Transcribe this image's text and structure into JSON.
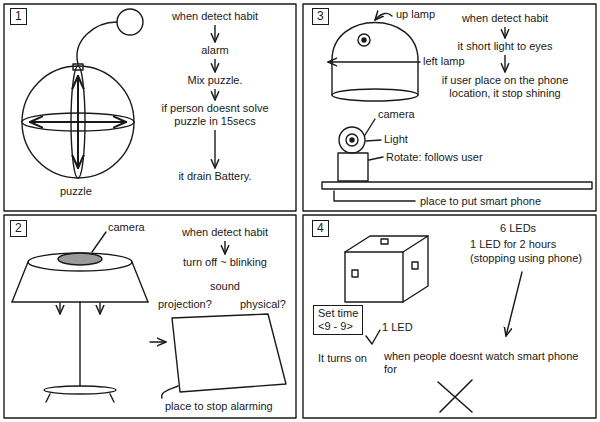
{
  "diagram": {
    "nodes": [
      {
        "text": [
          "1"
        ]
      },
      {
        "text": [
          "when detect habit"
        ]
      },
      {
        "text": [
          "alarm"
        ]
      },
      {
        "text": [
          "Mix puzzle."
        ]
      },
      {
        "text": [
          "if person doesnt solve puzzle in 15secs"
        ]
      },
      {
        "text": [
          "it drain Battery."
        ]
      },
      {
        "text": [
          "3"
        ]
      },
      {
        "text": [
          "when detect habit"
        ]
      },
      {
        "text": [
          "it short light to eyes"
        ]
      },
      {
        "text": [
          "if user place on the phone location, it stop shining"
        ]
      },
      {
        "text": [
          "2"
        ]
      },
      {
        "text": [
          "when detect habit"
        ]
      },
      {
        "text": [
          "turn off ~ blinking"
        ]
      },
      {
        "text": [
          "4"
        ]
      },
      {
        "text": [
          "Set time",
          "<9 - 9>"
        ]
      }
    ],
    "edges": [
      {
        "from": 1,
        "to": 2,
        "arrow": "to"
      },
      {
        "from": 2,
        "to": 3,
        "arrow": "to"
      },
      {
        "from": 3,
        "to": 4,
        "arrow": "to"
      },
      {
        "from": 4,
        "to": 5,
        "arrow": "to"
      },
      {
        "from": 7,
        "to": 8,
        "arrow": "to"
      },
      {
        "from": 8,
        "to": 9,
        "arrow": "to"
      },
      {
        "from": 11,
        "to": 12,
        "arrow": "to"
      }
    ],
    "labels": [
      "puzzle",
      "up lamp",
      "left lamp",
      "camera",
      "Light",
      "Rotate: follows user",
      "place to put smart phone",
      "camera",
      "sound",
      "projection?",
      "physical?",
      "place to stop alarming",
      "6 LEDs",
      "1 LED for 2 hours",
      "(stopping using phone)",
      "1 LED",
      "It turns on",
      "when people doesnt watch smart phone for"
    ]
  }
}
